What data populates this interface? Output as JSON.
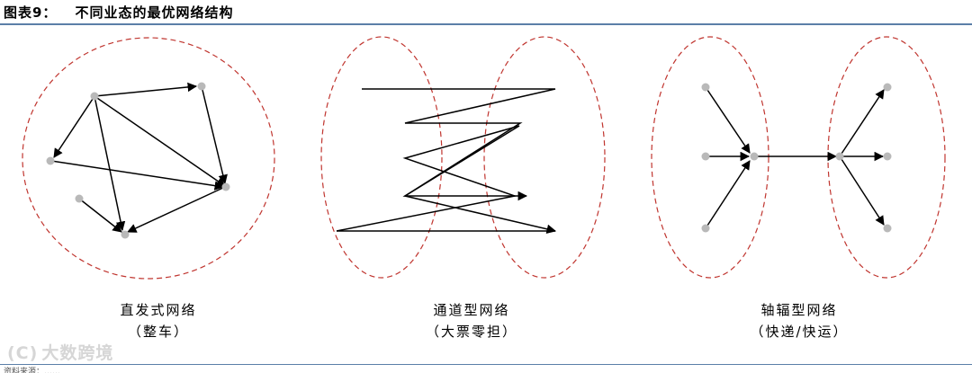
{
  "header": {
    "figure_label": "图表9：",
    "figure_title": "不同业态的最优网络结构"
  },
  "diagrams": [
    {
      "name": "直发式网络",
      "sub": "（整车）"
    },
    {
      "name": "通道型网络",
      "sub": "（大票零担）"
    },
    {
      "name": "轴辐型网络",
      "sub": "（快递/快运）"
    }
  ],
  "watermark": {
    "text": "大数跨境",
    "logo": "(C)"
  },
  "footer": {
    "source": "资料来源：……"
  },
  "colors": {
    "ellipse": "#c0352f",
    "node": "#b9b9b9",
    "arrow": "#000000",
    "rule": "#5b7fa8"
  }
}
